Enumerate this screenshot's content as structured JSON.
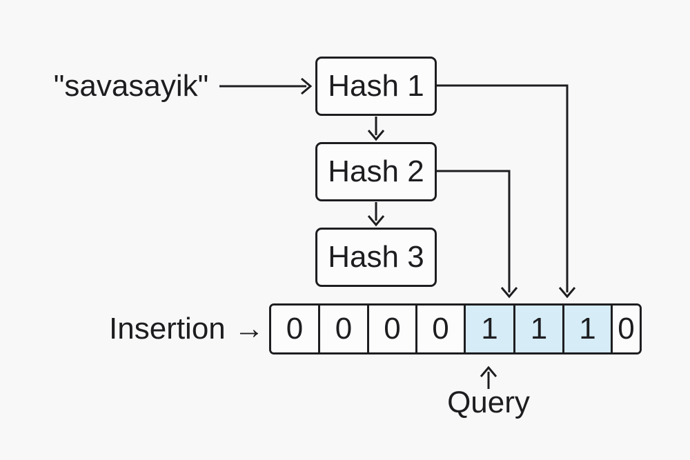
{
  "diagram": {
    "input_label": "\"savasayik\"",
    "hash_boxes": [
      {
        "label": "Hash 1"
      },
      {
        "label": "Hash 2"
      },
      {
        "label": "Hash 3"
      }
    ],
    "insertion_label": "Insertion →",
    "query_label": "Query",
    "bit_array": {
      "cells": [
        {
          "value": "0"
        },
        {
          "value": "0"
        },
        {
          "value": "0"
        },
        {
          "value": "0"
        },
        {
          "value": "1"
        },
        {
          "value": "1"
        },
        {
          "value": "1"
        },
        {
          "value": "0"
        }
      ],
      "highlight_value": "1"
    },
    "colors": {
      "background": "#f8f8f9",
      "line": "#1d1d20",
      "box_fill": "#fcfcfd",
      "highlight_fill": "#d6ecf6"
    }
  }
}
